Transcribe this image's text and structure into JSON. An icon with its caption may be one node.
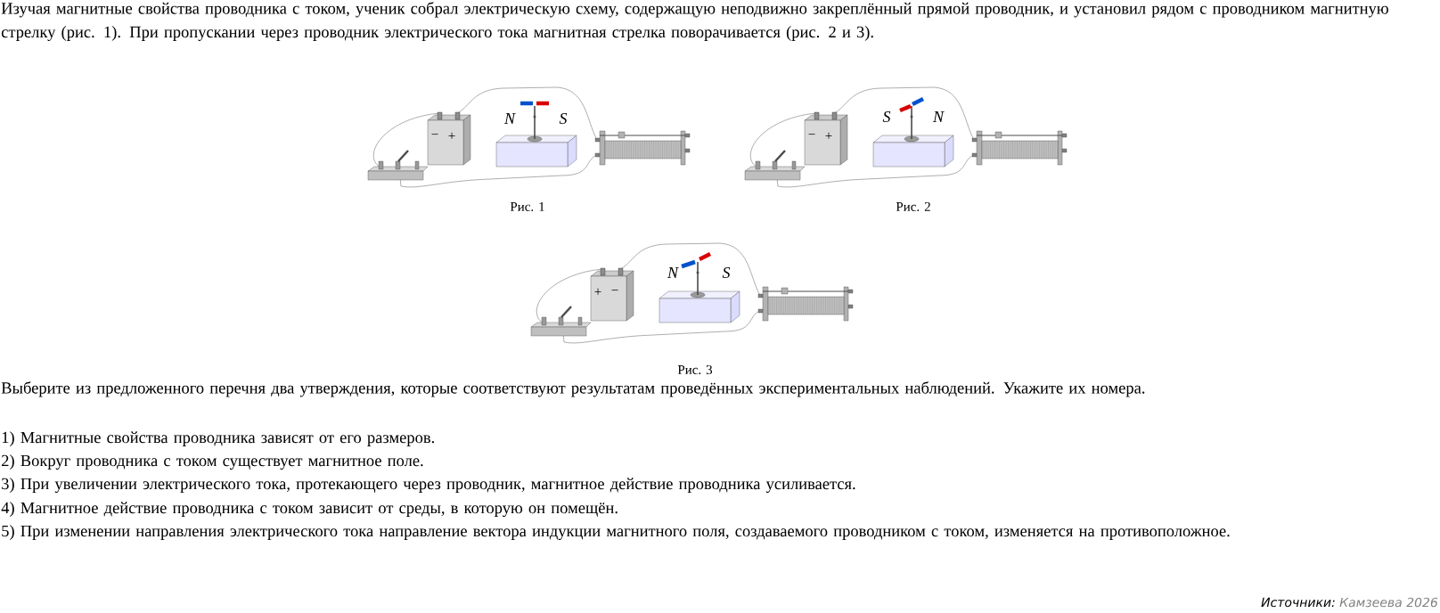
{
  "diagram": {
    "labels": [
      "Изучая магнитные свойства проводника с током, ученик собрал электрическую схему, содержащую неподвижно закреплённый прямой проводник, и установил рядом с проводником магнитную стрелку (рис. 1). При пропускании через проводник электрического тока магнитная стрелка поворачивается (рис. 2 и 3).",
      "N",
      "S",
      "−",
      "+",
      "Рис. 1",
      "S",
      "N",
      "−",
      "+",
      "Рис. 2",
      "N",
      "S",
      "+",
      "−",
      "Рис. 3",
      "Выберите из предложенного перечня два утверждения, которые соответствуют результатам проведённых экспериментальных наблюдений. Укажите их номера.",
      "1) Магнитные свойства проводника зависят от его размеров.",
      "2) Вокруг проводника с током существует магнитное поле.",
      "3) При увеличении электрического тока, протекающего через проводник, магнитное действие проводника усиливается.",
      "4) Магнитное действие проводника с током зависит от среды, в которую он помещён.",
      "5) При изменении направления электрического тока направление вектора индукции магнитного поля, создаваемого проводником с током, изменяется на противоположное.",
      "Источники:",
      "Камзеева 2026"
    ]
  }
}
